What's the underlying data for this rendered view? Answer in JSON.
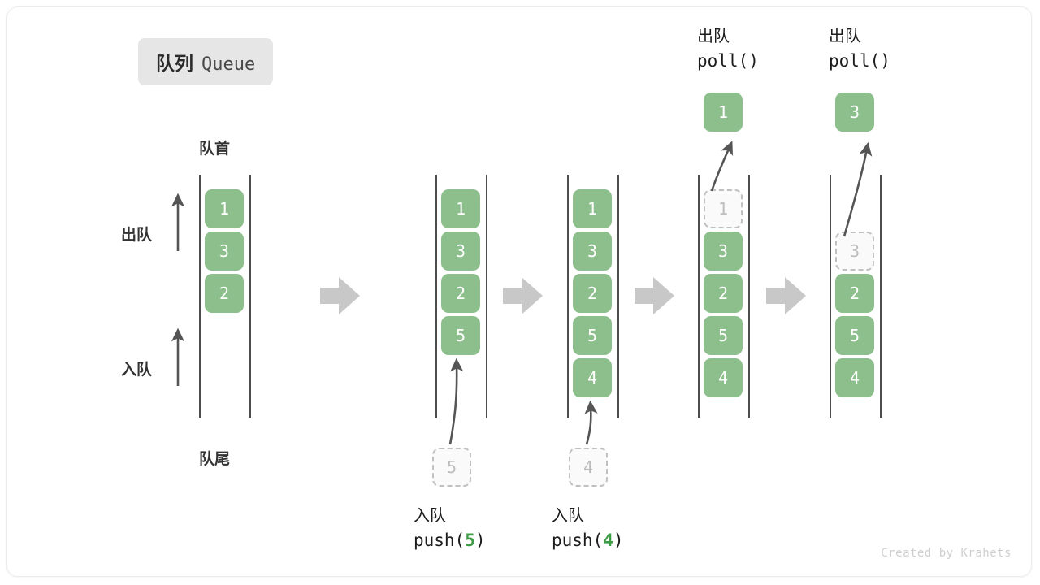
{
  "title": {
    "cn": "队列",
    "en": "Queue"
  },
  "labels": {
    "front": "队首",
    "rear": "队尾",
    "dequeue": "出队",
    "enqueue": "入队"
  },
  "watermark": "Created by Krahets",
  "colors": {
    "cell_fill": "#8cbf8c",
    "cell_text": "#ffffff",
    "ghost_border": "#c0c0c0",
    "ghost_text": "#bdbdbd",
    "rail": "#4d4d4d",
    "flow_arrow": "#c8c8c8",
    "thin_arrow": "#555555",
    "accent_green": "#3f9c46",
    "badge_bg": "#e6e6e6"
  },
  "side_arrows": [
    {
      "name": "dequeue",
      "label": "出队"
    },
    {
      "name": "enqueue",
      "label": "入队"
    }
  ],
  "columns": [
    {
      "name": "initial-queue",
      "cells": [
        "1",
        "3",
        "2"
      ],
      "ghost_index": null,
      "top_label": null,
      "bottom_label": null,
      "popped": null,
      "incoming": null
    },
    {
      "name": "after-push-5",
      "cells": [
        "1",
        "3",
        "2",
        "5"
      ],
      "ghost_index": null,
      "top_label": null,
      "bottom_label": {
        "cn": "入队",
        "code_prefix": "push(",
        "code_num": "5",
        "code_suffix": ")"
      },
      "popped": null,
      "incoming": "5"
    },
    {
      "name": "after-push-4",
      "cells": [
        "1",
        "3",
        "2",
        "5",
        "4"
      ],
      "ghost_index": null,
      "top_label": null,
      "bottom_label": {
        "cn": "入队",
        "code_prefix": "push(",
        "code_num": "4",
        "code_suffix": ")"
      },
      "popped": null,
      "incoming": "4"
    },
    {
      "name": "after-poll-1",
      "cells": [
        "1",
        "3",
        "2",
        "5",
        "4"
      ],
      "ghost_index": 0,
      "top_label": {
        "cn": "出队",
        "code": "poll()"
      },
      "bottom_label": null,
      "popped": "1",
      "incoming": null
    },
    {
      "name": "after-poll-3",
      "cells": [
        "3",
        "2",
        "5",
        "4"
      ],
      "ghost_index": 0,
      "top_label": {
        "cn": "出队",
        "code": "poll()"
      },
      "bottom_label": null,
      "popped": "3",
      "incoming": null
    }
  ],
  "flow_arrows": [
    "step-1-to-2",
    "step-2-to-3",
    "step-3-to-4",
    "step-4-to-5"
  ]
}
